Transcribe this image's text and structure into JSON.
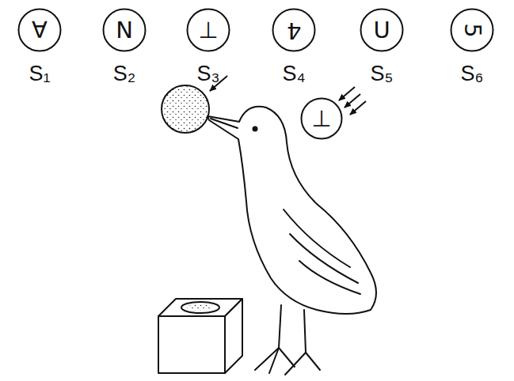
{
  "diagram": {
    "nodes": [
      {
        "text": [
          "∀",
          "S₁"
        ]
      },
      {
        "text": [
          "N",
          "S₂"
        ]
      },
      {
        "text": [
          "⊥",
          "S₃"
        ]
      },
      {
        "text": [
          "4",
          "S₄"
        ]
      },
      {
        "text": [
          "U",
          "S₅"
        ]
      },
      {
        "text": [
          "5",
          "S₆"
        ]
      },
      {
        "text": [
          "⊥"
        ]
      }
    ]
  }
}
